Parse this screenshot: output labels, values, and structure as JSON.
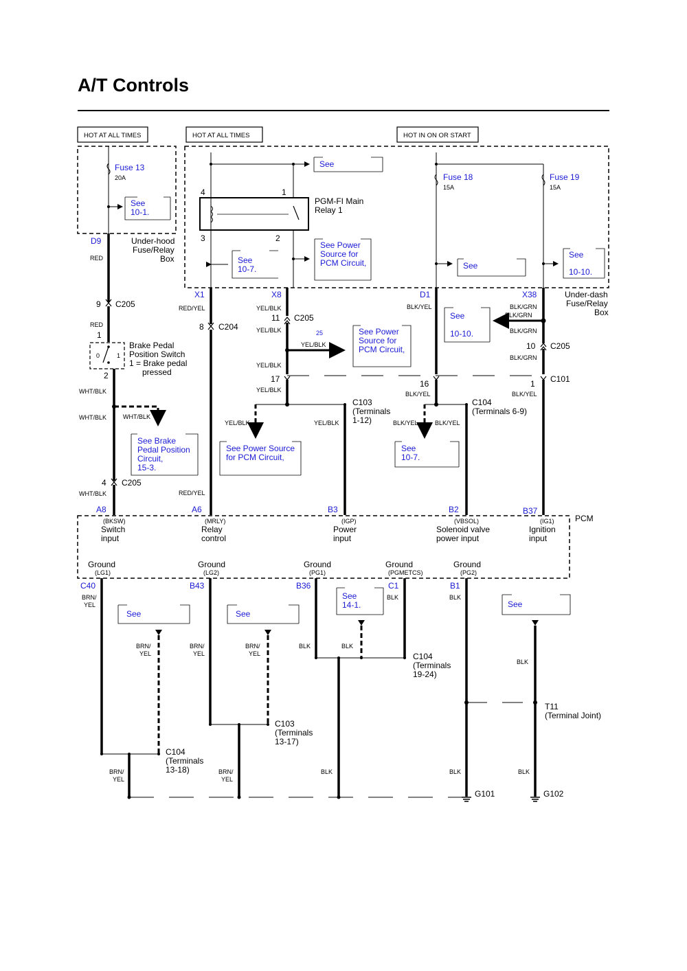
{
  "title": "A/T Controls",
  "headers": [
    "HOT AT ALL TIMES",
    "HOT AT ALL TIMES",
    "HOT IN ON OR START"
  ],
  "fuses": {
    "f13": {
      "name": "Fuse 13",
      "amp": "20A"
    },
    "f18": {
      "name": "Fuse 18",
      "amp": "15A"
    },
    "f19": {
      "name": "Fuse 19",
      "amp": "15A"
    }
  },
  "boxes": {
    "underhood": [
      "Under-hood",
      "Fuse/Relay",
      "Box"
    ],
    "underdash": [
      "Under-dash",
      "Fuse/Relay",
      "Box"
    ]
  },
  "relay": {
    "name": [
      "PGM-FI Main",
      "Relay 1"
    ],
    "pins": [
      "4",
      "1",
      "3",
      "2"
    ]
  },
  "switch": {
    "name": [
      "Brake Pedal",
      "Position Switch",
      "1 = Brake pedal",
      "pressed"
    ],
    "pos0": "0",
    "pos1": "1"
  },
  "pcm": {
    "label": "PCM"
  },
  "refs": {
    "see": "See",
    "ref_10_1": [
      "See",
      "10-1."
    ],
    "ref_10_7": [
      "See",
      "10-7."
    ],
    "ref_10_10": [
      "See",
      "10-10."
    ],
    "ref_14_1": [
      "See",
      "14-1."
    ],
    "ref_psp": [
      "See Power",
      "Source for",
      "PCM Circuit,"
    ],
    "ref_psp_line": [
      "See Power Source",
      "for PCM Circuit,"
    ],
    "ref_brake": [
      "See Brake",
      "Pedal Position",
      "Circuit,",
      "15-3."
    ],
    "num_25": "25"
  },
  "terminals": {
    "D9": "D9",
    "X1": "X1",
    "X8": "X8",
    "D1": "D1",
    "X38": "X38",
    "A8": "A8",
    "A6": "A6",
    "B3": "B3",
    "B2": "B2",
    "B37": "B37",
    "C40": "C40",
    "B43": "B43",
    "B36": "B36",
    "C1": "C1",
    "B1": "B1"
  },
  "pcm_inputs": [
    {
      "code": "(BKSW)",
      "l1": "Switch",
      "l2": "input"
    },
    {
      "code": "(MRLY)",
      "l1": "Relay",
      "l2": "control"
    },
    {
      "code": "(IGP)",
      "l1": "Power",
      "l2": "input"
    },
    {
      "code": "(VBSOL)",
      "l1": "Solenoid valve",
      "l2": "power input"
    },
    {
      "code": "(IG1)",
      "l1": "Ignition",
      "l2": "input"
    }
  ],
  "pcm_grounds": [
    {
      "l1": "Ground",
      "code": "(LG1)"
    },
    {
      "l1": "Ground",
      "code": "(LG2)"
    },
    {
      "l1": "Ground",
      "code": "(PG1)"
    },
    {
      "l1": "Ground",
      "code": "(PGMETCS)"
    },
    {
      "l1": "Ground",
      "code": "(PG2)"
    }
  ],
  "wires": {
    "red": "RED",
    "red_yel": "RED/YEL",
    "yel_blk": "YEL/BLK",
    "blk_yel": "BLK/YEL",
    "blk_grn": "BLK/GRN",
    "wht_blk": "WHT/BLK",
    "brn": "BRN/",
    "yel": "YEL",
    "blk": "BLK",
    "yel_blk_partial": "YEL/BLK",
    "blk_yel_partial": "BLK/YEL"
  },
  "connectors": {
    "c205": "C205",
    "c204": "C204",
    "c101": "C101",
    "c103": "C103",
    "c104": "C104",
    "c103_t1": [
      "(Terminals",
      "1-12)"
    ],
    "c104_t1": "(Terminals 6-9)",
    "c104_t2": [
      "(Terminals",
      "19-24)"
    ],
    "c103_t2": [
      "(Terminals",
      "13-17)"
    ],
    "c104_t3": [
      "(Terminals",
      "13-18)"
    ],
    "pins": {
      "p9": "9",
      "p1": "1",
      "p2": "2",
      "p8": "8",
      "p11": "11",
      "p17": "17",
      "p16": "16",
      "p10": "10",
      "p1b": "1",
      "p4": "4"
    }
  },
  "grounds": {
    "g101": "G101",
    "g102": "G102",
    "t11": [
      "T11",
      "(Terminal Joint)"
    ]
  }
}
